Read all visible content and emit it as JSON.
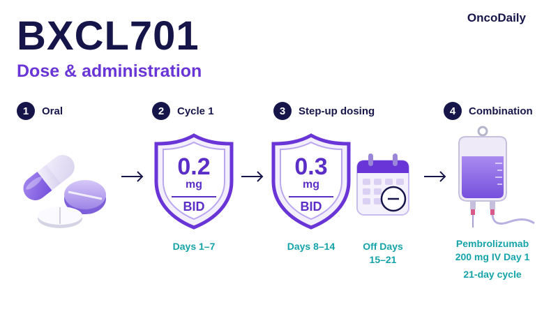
{
  "header": {
    "title": "BXCL701",
    "subtitle": "Dose & administration",
    "brand": "OncoDaily"
  },
  "steps": [
    {
      "number": "1",
      "label": "Oral"
    },
    {
      "number": "2",
      "label": "Cycle 1"
    },
    {
      "number": "3",
      "label": "Step-up dosing"
    },
    {
      "number": "4",
      "label": "Combination"
    }
  ],
  "doses": [
    {
      "value": "0.2",
      "unit": "mg",
      "frequency": "BID",
      "days": "Days 1–7"
    },
    {
      "value": "0.3",
      "unit": "mg",
      "frequency": "BID",
      "days": "Days 8–14"
    }
  ],
  "off_days": {
    "line1": "Off Days",
    "line2": "15–21"
  },
  "combination": {
    "drug": "Pembrolizumab",
    "regimen": "200 mg IV Day 1",
    "cycle": "21-day cycle"
  },
  "colors": {
    "navy": "#16154a",
    "purple": "#6a35d6",
    "teal": "#14a3a8",
    "lavender": "#ece6fb"
  },
  "icons": [
    "pills-icon",
    "shield-icon",
    "calendar-icon",
    "iv-bag-icon",
    "arrow-right-icon"
  ]
}
